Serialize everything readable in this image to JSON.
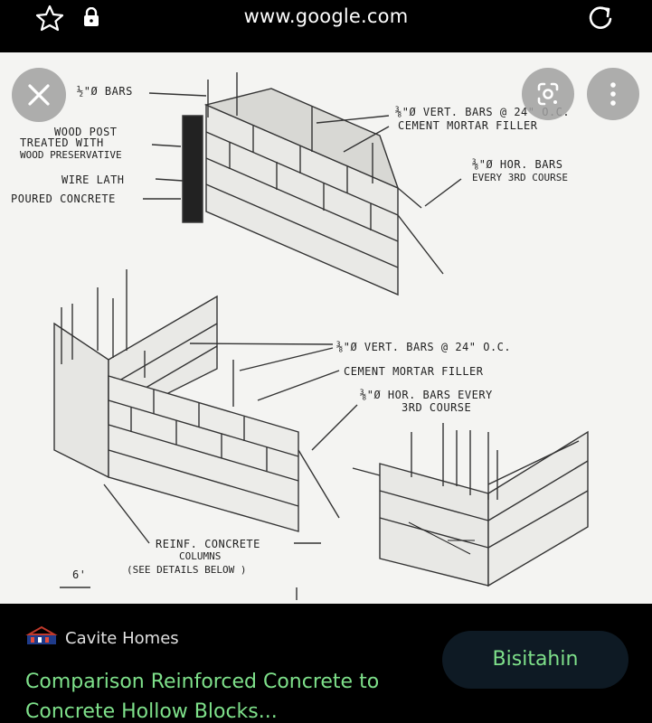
{
  "browser": {
    "url": "www.google.com"
  },
  "diagram": {
    "labels": {
      "half_bars": "½\"Ø BARS",
      "vert_bars_top": "⅜\"Ø VERT. BARS @ 24\" O.C.",
      "cement_filler_top": "CEMENT MORTAR FILLER",
      "wood_post_1": "WOOD POST",
      "wood_post_2": "TREATED WITH",
      "wood_post_3": "WOOD PRESERVATIVE",
      "hor_bars_top_1": "⅜\"Ø HOR. BARS",
      "hor_bars_top_2": "EVERY 3RD COURSE",
      "wire_lath": "WIRE LATH",
      "poured_concrete": "POURED CONCRETE",
      "vert_bars_mid": "⅜\"Ø VERT. BARS @ 24\" O.C.",
      "cement_filler_mid": "CEMENT MORTAR FILLER",
      "hor_bars_mid_1": "⅜\"Ø HOR. BARS EVERY",
      "hor_bars_mid_2": "3RD COURSE",
      "reinf_1": "REINF. CONCRETE",
      "reinf_2": "COLUMNS",
      "reinf_3": "(SEE DETAILS BELOW )",
      "dim": "6'"
    }
  },
  "result": {
    "source": "Cavite Homes",
    "title": "Comparison Reinforced Concrete to Concrete Hollow Blocks...",
    "visit_label": "Bisitahin"
  },
  "colors": {
    "accent_green": "#7ee08a",
    "visit_bg": "#0e1a24"
  }
}
